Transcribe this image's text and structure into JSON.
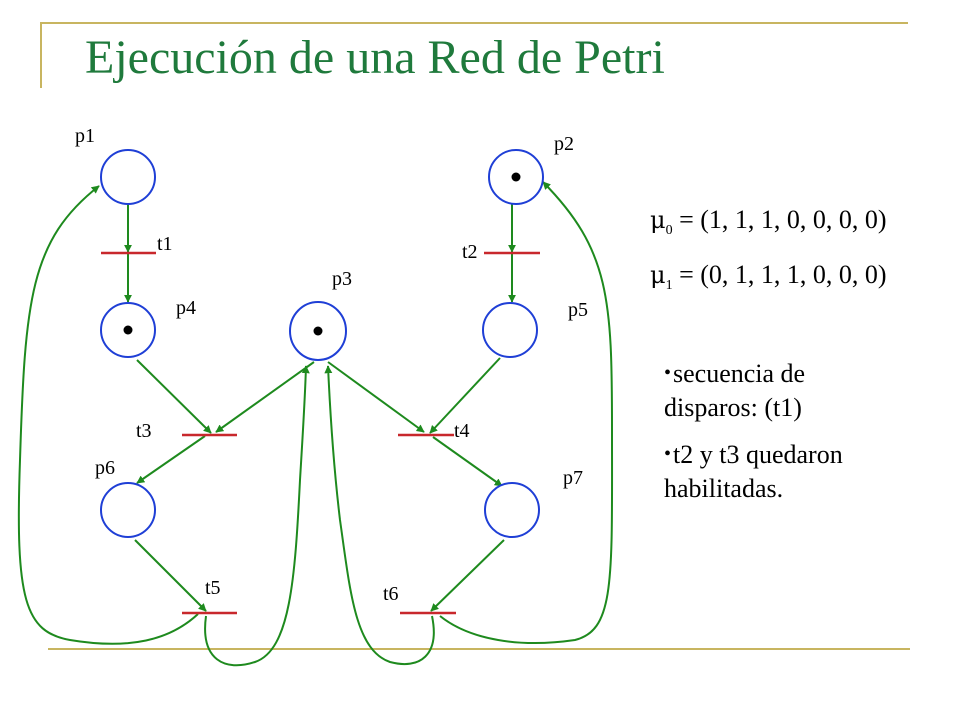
{
  "title": "Ejecución de una Red de Petri",
  "places": [
    {
      "id": "p1",
      "label": "p1",
      "tokens": 0
    },
    {
      "id": "p2",
      "label": "p2",
      "tokens": 1
    },
    {
      "id": "p3",
      "label": "p3",
      "tokens": 1
    },
    {
      "id": "p4",
      "label": "p4",
      "tokens": 1
    },
    {
      "id": "p5",
      "label": "p5",
      "tokens": 0
    },
    {
      "id": "p6",
      "label": "p6",
      "tokens": 0
    },
    {
      "id": "p7",
      "label": "p7",
      "tokens": 0
    }
  ],
  "transitions": [
    {
      "id": "t1",
      "label": "t1"
    },
    {
      "id": "t2",
      "label": "t2"
    },
    {
      "id": "t3",
      "label": "t3"
    },
    {
      "id": "t4",
      "label": "t4"
    },
    {
      "id": "t5",
      "label": "t5"
    },
    {
      "id": "t6",
      "label": "t6"
    }
  ],
  "arcs": [
    [
      "p1",
      "t1"
    ],
    [
      "t1",
      "p4"
    ],
    [
      "p2",
      "t2"
    ],
    [
      "t2",
      "p5"
    ],
    [
      "p4",
      "t3"
    ],
    [
      "p3",
      "t3"
    ],
    [
      "t3",
      "p6"
    ],
    [
      "p3",
      "t4"
    ],
    [
      "p5",
      "t4"
    ],
    [
      "t4",
      "p7"
    ],
    [
      "p6",
      "t5"
    ],
    [
      "t5",
      "p1"
    ],
    [
      "t5",
      "p3"
    ],
    [
      "p7",
      "t6"
    ],
    [
      "t6",
      "p3"
    ],
    [
      "t6",
      "p2"
    ]
  ],
  "markings": {
    "m0": {
      "symbol": "μ",
      "index": "0",
      "value": " = (1, 1, 1, 0, 0, 0, 0)"
    },
    "m1": {
      "symbol": "μ",
      "index": "1",
      "value": " = (0, 1, 1, 1, 0, 0, 0)"
    }
  },
  "bullets": [
    "secuencia de disparos: (t1)",
    "t2 y t3 quedaron habilitadas."
  ],
  "colors": {
    "title": "#1f7a3c",
    "place_stroke": "#1f3fd6",
    "transition": "#c8282c",
    "arc": "#1e8a1e",
    "decor_line": "#c8b560"
  }
}
